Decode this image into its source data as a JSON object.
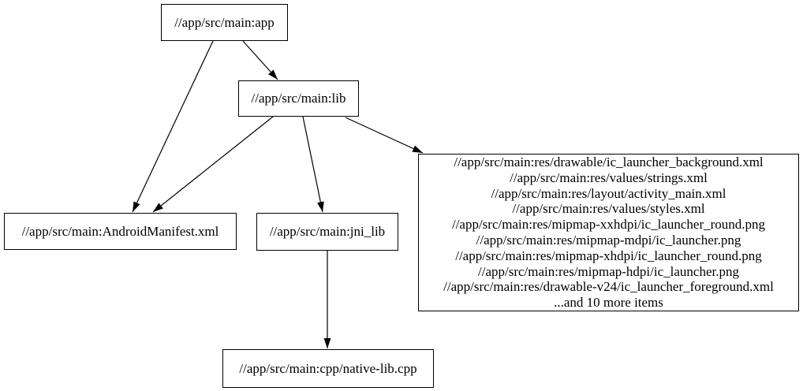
{
  "diagram": {
    "type": "directed-dependency-graph",
    "background_color": "#ffffff",
    "node_border_color": "#000000",
    "text_color": "#000000",
    "nodes": {
      "app": {
        "label": "//app/src/main:app"
      },
      "lib": {
        "label": "//app/src/main:lib"
      },
      "manifest": {
        "label": "//app/src/main:AndroidManifest.xml"
      },
      "jni_lib": {
        "label": "//app/src/main:jni_lib"
      },
      "native_lib": {
        "label": "//app/src/main:cpp/native-lib.cpp"
      },
      "resources": {
        "lines": [
          "//app/src/main:res/drawable/ic_launcher_background.xml",
          "//app/src/main:res/values/strings.xml",
          "//app/src/main:res/layout/activity_main.xml",
          "//app/src/main:res/values/styles.xml",
          "//app/src/main:res/mipmap-xxhdpi/ic_launcher_round.png",
          "//app/src/main:res/mipmap-mdpi/ic_launcher.png",
          "//app/src/main:res/mipmap-xhdpi/ic_launcher_round.png",
          "//app/src/main:res/mipmap-hdpi/ic_launcher.png",
          "//app/src/main:res/drawable-v24/ic_launcher_foreground.xml",
          "...and 10 more items"
        ]
      }
    },
    "edges": [
      {
        "from": "app",
        "to": "lib"
      },
      {
        "from": "app",
        "to": "manifest"
      },
      {
        "from": "lib",
        "to": "manifest"
      },
      {
        "from": "lib",
        "to": "jni_lib"
      },
      {
        "from": "lib",
        "to": "resources"
      },
      {
        "from": "jni_lib",
        "to": "native_lib"
      }
    ]
  }
}
